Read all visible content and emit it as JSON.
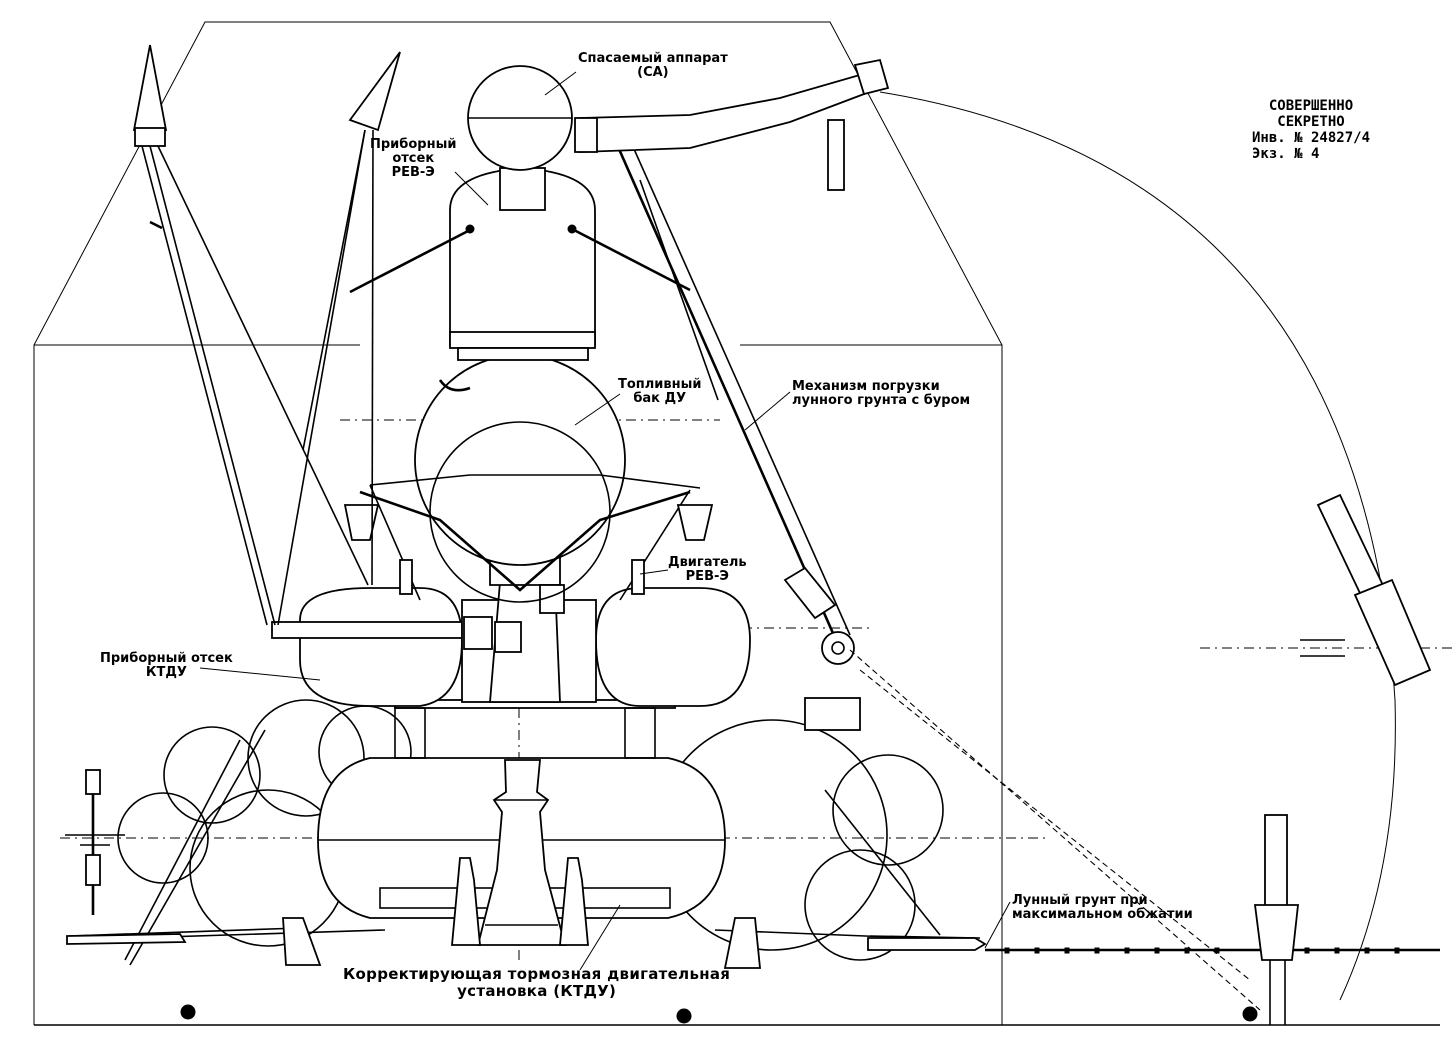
{
  "labels": {
    "descent_module": {
      "line1": "Спасаемый аппарат",
      "line2": "(СА)"
    },
    "instrument_bay_ret": {
      "line1": "Приборный",
      "line2": "отсек",
      "line3": "РЕВ-Э"
    },
    "fuel_tank": {
      "line1": "Топливный",
      "line2": "бак ДУ"
    },
    "soil_mechanism": {
      "line1": "Механизм погрузки",
      "line2": "лунного грунта с буром"
    },
    "engine": {
      "line1": "Двигатель",
      "line2": "РЕВ-Э"
    },
    "instrument_bay_ktdu": {
      "line1": "Приборный отсек",
      "line2": "КТДУ"
    },
    "lunar_soil": {
      "line1": "Лунный грунт при",
      "line2": "максимальном обжатии"
    },
    "ktdu": {
      "line1": "Корректирующая тормозная двигательная",
      "line2": "установка (КТДУ)"
    }
  },
  "stamp": {
    "line1": "СОВЕРШЕННО",
    "line2": "СЕКРЕТНО",
    "line3": "Инв. № 24827/4",
    "line4": "Экз. № 4"
  }
}
